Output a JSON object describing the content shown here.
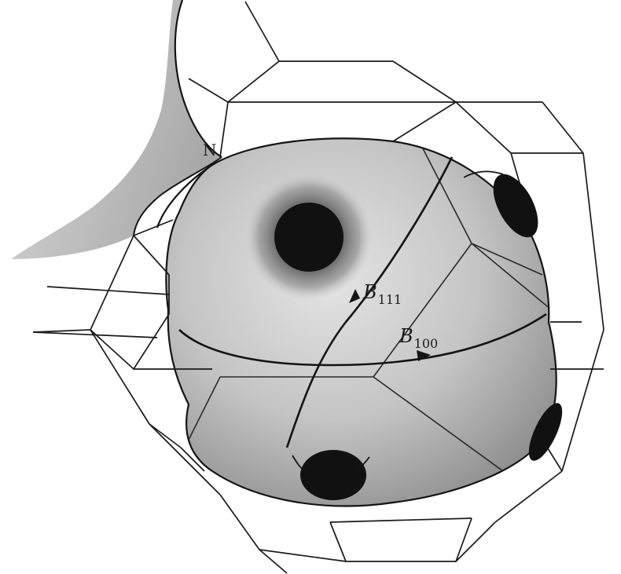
{
  "labels": {
    "neck": "N",
    "b111_main": "B",
    "b111_sub": "111",
    "b100_main": "B",
    "b100_sub": "100"
  },
  "colors": {
    "ink": "#141414",
    "sphere_light": "#e2e2e2",
    "sphere_mid": "#b9b9b9",
    "sphere_dark": "#8a8a8a",
    "neck": "#bdbdbd",
    "pocket": "#111111"
  }
}
